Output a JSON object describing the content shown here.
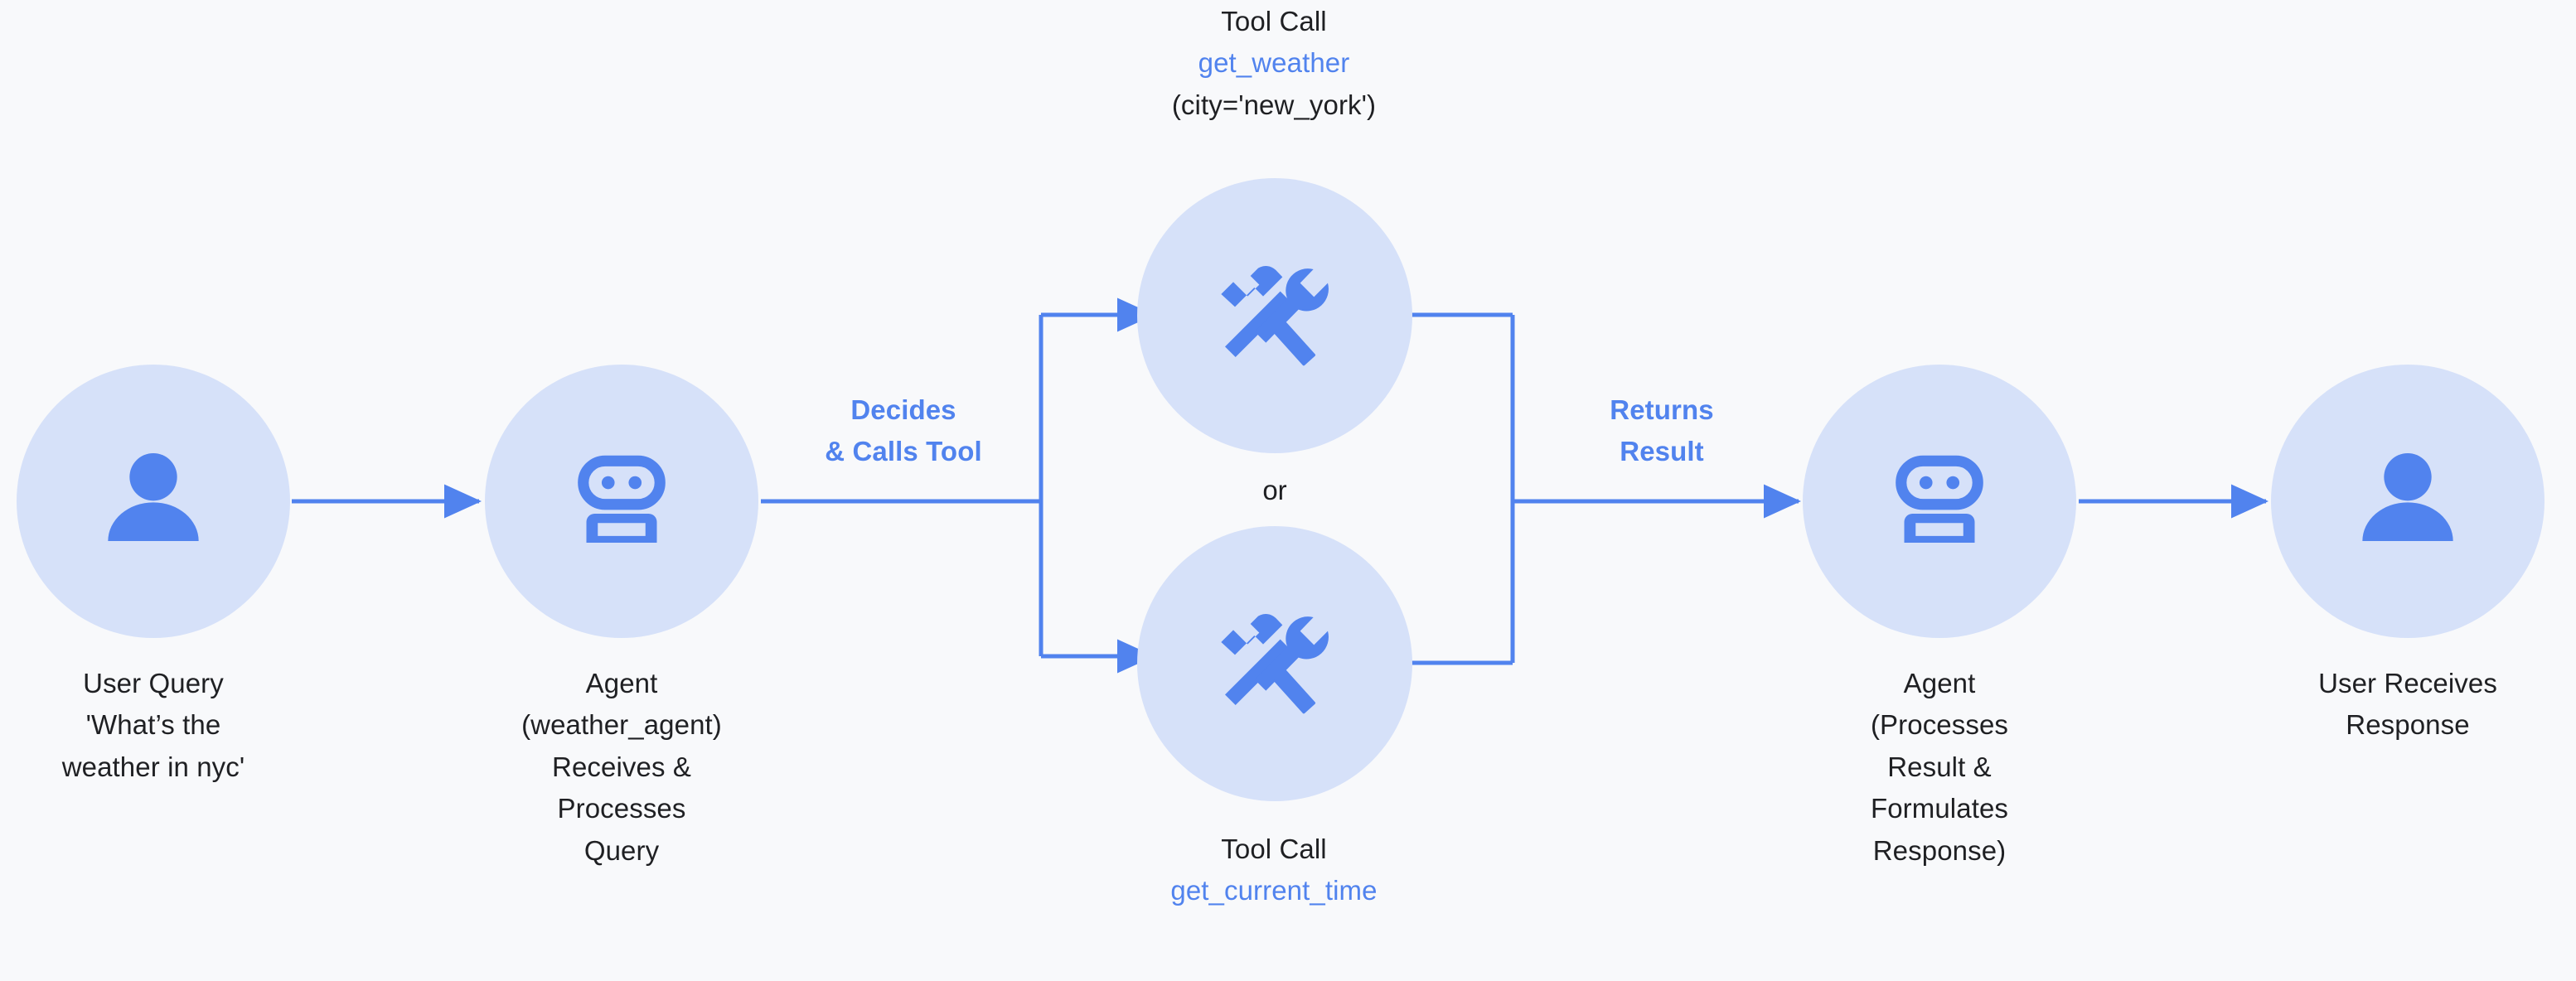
{
  "diagram": {
    "title": "Agent tool-calling flow",
    "background_color": "#F8F9FB",
    "circle_fill": "#D6E1F9",
    "accent_color": "#5183EE",
    "text_color": "#1F2023"
  },
  "nodes": {
    "user_query": {
      "icon": "person-icon",
      "caption": "User Query\n'What’s the\nweather in nyc'"
    },
    "agent_receive": {
      "icon": "robot-icon",
      "caption": "Agent\n(weather_agent)\nReceives &\nProcesses\nQuery"
    },
    "tool_top": {
      "icon": "tools-icon",
      "label_prefix": "Tool Call",
      "label_function": "get_weather",
      "label_args": "(city='new_york')"
    },
    "tool_bottom": {
      "icon": "tools-icon",
      "label_prefix": "Tool Call",
      "label_function": "get_current_time"
    },
    "agent_respond": {
      "icon": "robot-icon",
      "caption": "Agent\n(Processes\nResult &\nFormulates\nResponse)"
    },
    "user_response": {
      "icon": "person-icon",
      "caption": "User Receives\nResponse"
    }
  },
  "edges": {
    "decides": "Decides\n& Calls Tool",
    "returns": "Returns\nResult",
    "branch_or": "or"
  }
}
